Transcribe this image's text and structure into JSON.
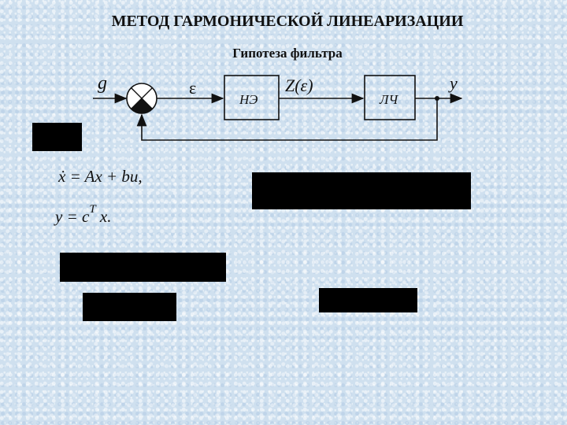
{
  "title": "МЕТОД ГАРМОНИЧЕСКОЙ ЛИНЕАРИЗАЦИИ",
  "subtitle": "Гипотеза фильтра",
  "diagram": {
    "input_label": "g",
    "error_label": "ε",
    "nonlinear_block_label": "НЭ",
    "nonlinear_output_label": "Z(ε)",
    "linear_block_label": "ЛЧ",
    "output_label": "y"
  },
  "equations": {
    "state_eq": "ẋ = Ax + bu,",
    "output_eq_lhs": "y = c",
    "output_eq_sup": "T",
    "output_eq_rhs": " x."
  }
}
